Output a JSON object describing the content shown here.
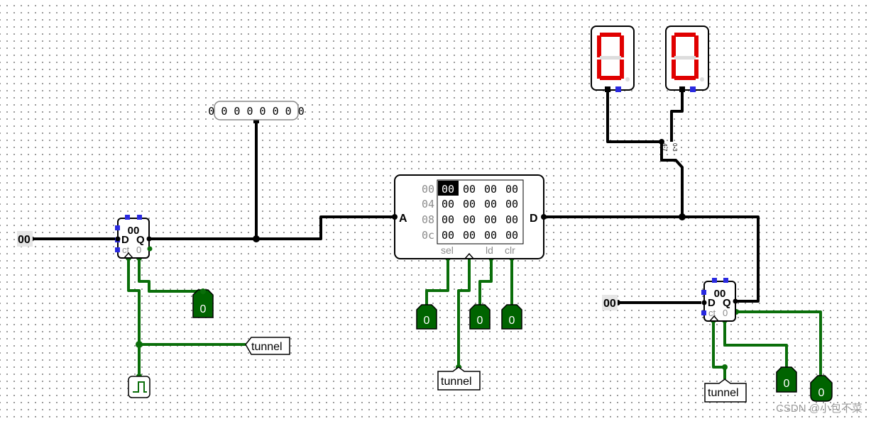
{
  "input_pins": {
    "left": "00",
    "right": "00"
  },
  "probe": {
    "value": "0 0 0 0 0 0 0 0"
  },
  "register_left": {
    "value": "00",
    "d_label": "D",
    "q_label": "Q",
    "ct_label": "ct",
    "ct_value": "0"
  },
  "register_right": {
    "value": "00",
    "d_label": "D",
    "q_label": "Q",
    "ct_label": "ct",
    "ct_value": "0"
  },
  "memory": {
    "a_label": "A",
    "d_label": "D",
    "sel_label": "sel",
    "ld_label": "ld",
    "clr_label": "clr",
    "addresses": [
      "00",
      "04",
      "08",
      "0c"
    ],
    "rows": [
      [
        "00",
        "00",
        "00",
        "00"
      ],
      [
        "00",
        "00",
        "00",
        "00"
      ],
      [
        "00",
        "00",
        "00",
        "00"
      ],
      [
        "00",
        "00",
        "00",
        "00"
      ]
    ],
    "selected_cell": "00"
  },
  "constants": [
    "0",
    "0",
    "0",
    "0",
    "0",
    "0"
  ],
  "tunnels": [
    "tunnel",
    "tunnel",
    "tunnel"
  ],
  "splitter": {
    "label_a": "4-7",
    "label_b": "0-3"
  },
  "colors": {
    "wire_bus": "#000000",
    "wire_one": "#0a6e0a",
    "constant_fill": "#006400",
    "segment_on": "#e00000",
    "pin_blue": "#2a2ae0"
  },
  "watermark": "CSDN @小包不菜"
}
